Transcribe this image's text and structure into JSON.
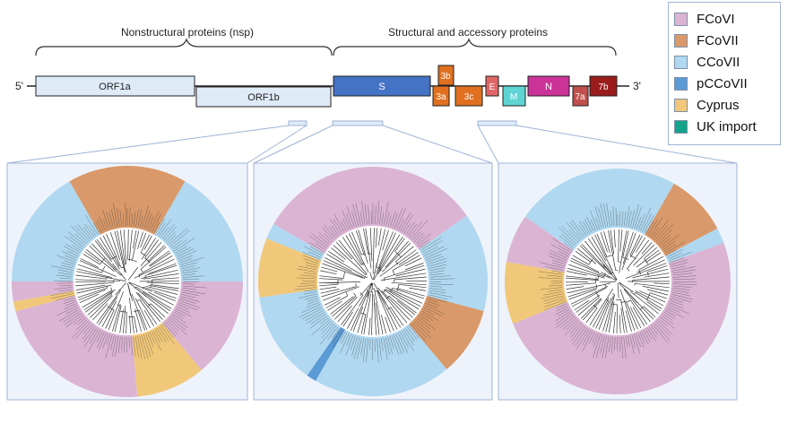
{
  "genome": {
    "nsp_label": "Nonstructural proteins (nsp)",
    "structural_label": "Structural and accessory proteins",
    "five_prime": "5'",
    "three_prime": "3'",
    "genes": [
      {
        "id": "orf1a",
        "label": "ORF1a",
        "color": "#deebf7"
      },
      {
        "id": "orf1b",
        "label": "ORF1b",
        "color": "#deebf7"
      },
      {
        "id": "s",
        "label": "S",
        "color": "#4472c4"
      },
      {
        "id": "3a",
        "label": "3a",
        "color": "#e07020"
      },
      {
        "id": "3b",
        "label": "3b",
        "color": "#e07020"
      },
      {
        "id": "3c",
        "label": "3c",
        "color": "#e07020"
      },
      {
        "id": "e",
        "label": "E",
        "color": "#e06666"
      },
      {
        "id": "m",
        "label": "M",
        "color": "#5fd4d4"
      },
      {
        "id": "n",
        "label": "N",
        "color": "#cc3399"
      },
      {
        "id": "7a",
        "label": "7a",
        "color": "#c0504d"
      },
      {
        "id": "7b",
        "label": "7b",
        "color": "#9b1c1c"
      }
    ]
  },
  "legend": {
    "items": [
      {
        "label": "FCoVI",
        "color": "#dbb4d4"
      },
      {
        "label": "FCoVII",
        "color": "#d9996a"
      },
      {
        "label": "CCoVII",
        "color": "#b0d8f0"
      },
      {
        "label": "pCCoVII",
        "color": "#5b9bd5"
      },
      {
        "label": "Cyprus",
        "color": "#f1c87a"
      },
      {
        "label": "UK import",
        "color": "#13a38a"
      }
    ]
  },
  "colors": {
    "panel_bg": "#eef3fb",
    "panel_border": "#9fb3d6",
    "tree_line": "#333333"
  }
}
